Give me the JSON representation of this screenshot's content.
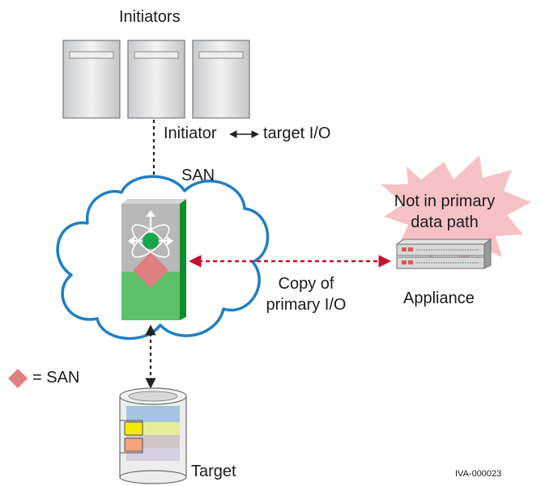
{
  "labels": {
    "initiators": "Initiators",
    "initiator_io_left": "Initiator",
    "initiator_io_right": "target I/O",
    "san": "SAN",
    "not_in_primary_line1": "Not in primary",
    "not_in_primary_line2": "data path",
    "copy_line1": "Copy of",
    "copy_line2": "primary I/O",
    "appliance": "Appliance",
    "legend_san": "= SAN",
    "target": "Target",
    "figure_id": "IVA-000023"
  },
  "icons": {
    "servers": "server-tower-icon",
    "switch": "san-switch-icon",
    "appliance": "appliance-rack-icon",
    "storage": "storage-cylinder-icon",
    "legend": "diamond-icon",
    "arrow": "double-arrow-icon"
  },
  "colors": {
    "cloud_outline": "#1f7fc4",
    "starburst": "#f6c2c5",
    "copy_arrow": "#c8102e",
    "primary_arrow": "#222222",
    "switch_gray": "#b8b8b8",
    "switch_green": "#5fbf6a",
    "switch_dot": "#13a84a",
    "diamond": "#e07f80"
  }
}
